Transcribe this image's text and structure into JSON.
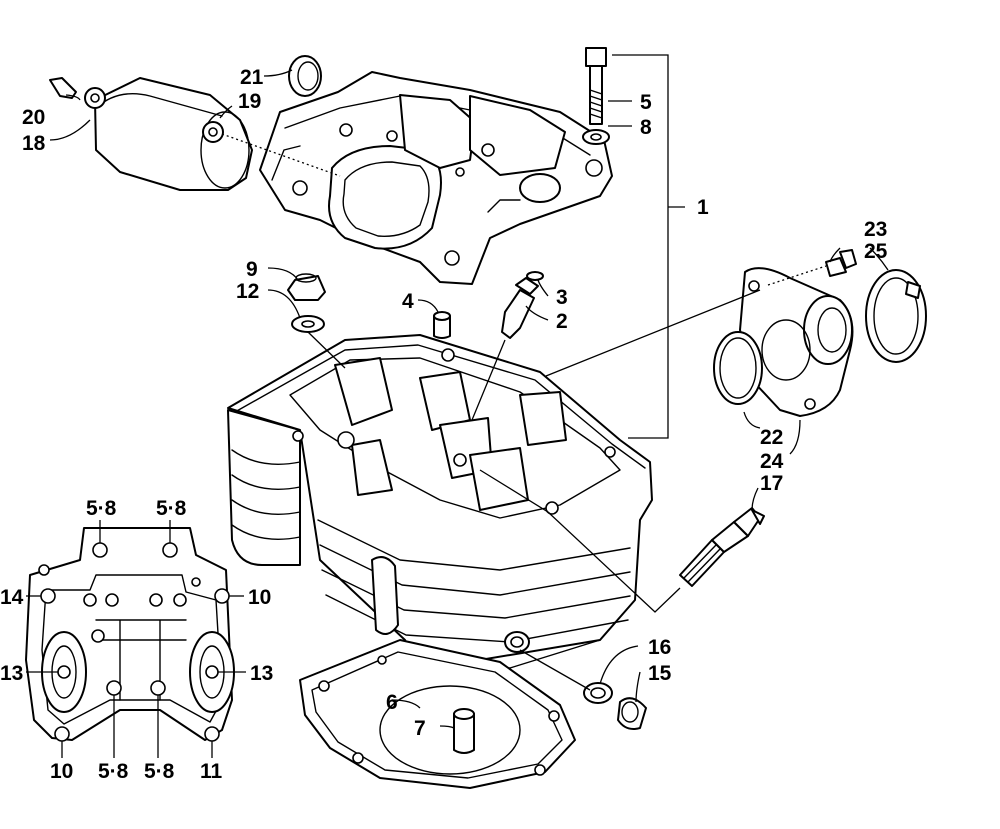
{
  "callouts": {
    "c1": "1",
    "c2": "2",
    "c3": "3",
    "c4": "4",
    "c5": "5",
    "c6": "6",
    "c7": "7",
    "c8": "8",
    "c9": "9",
    "c12": "12",
    "c15": "15",
    "c16": "16",
    "c17": "17",
    "c18": "18",
    "c19": "19",
    "c20": "20",
    "c21": "21",
    "c22": "22",
    "c23": "23",
    "c24": "24",
    "c25": "25"
  },
  "inset": {
    "tl": "5·8",
    "tr": "5·8",
    "left_upper": "14",
    "right_upper": "10",
    "left_mid": "13",
    "right_mid": "13",
    "bl": "10",
    "bml": "5·8",
    "bmr": "5·8",
    "br": "11"
  }
}
